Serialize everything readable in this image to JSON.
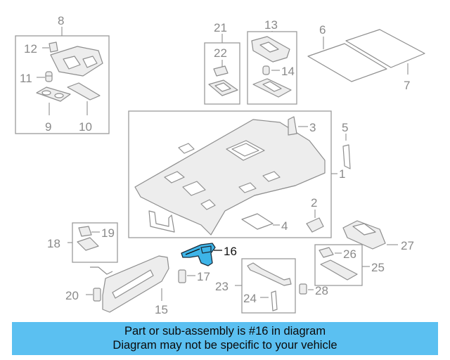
{
  "callouts": [
    "1",
    "2",
    "3",
    "4",
    "5",
    "6",
    "7",
    "8",
    "9",
    "10",
    "11",
    "12",
    "13",
    "14",
    "15",
    "16",
    "17",
    "18",
    "19",
    "20",
    "21",
    "22",
    "23",
    "24",
    "25",
    "26",
    "27",
    "28"
  ],
  "highlighted_callout": "16",
  "banner": {
    "line1": "Part or sub-assembly is #16 in diagram",
    "line2": "Diagram may not be specific to your vehicle"
  },
  "colors": {
    "banner_background": "#5bc0f1",
    "highlight_part": "#3db4e8",
    "line_art": "#8e8e8e"
  }
}
